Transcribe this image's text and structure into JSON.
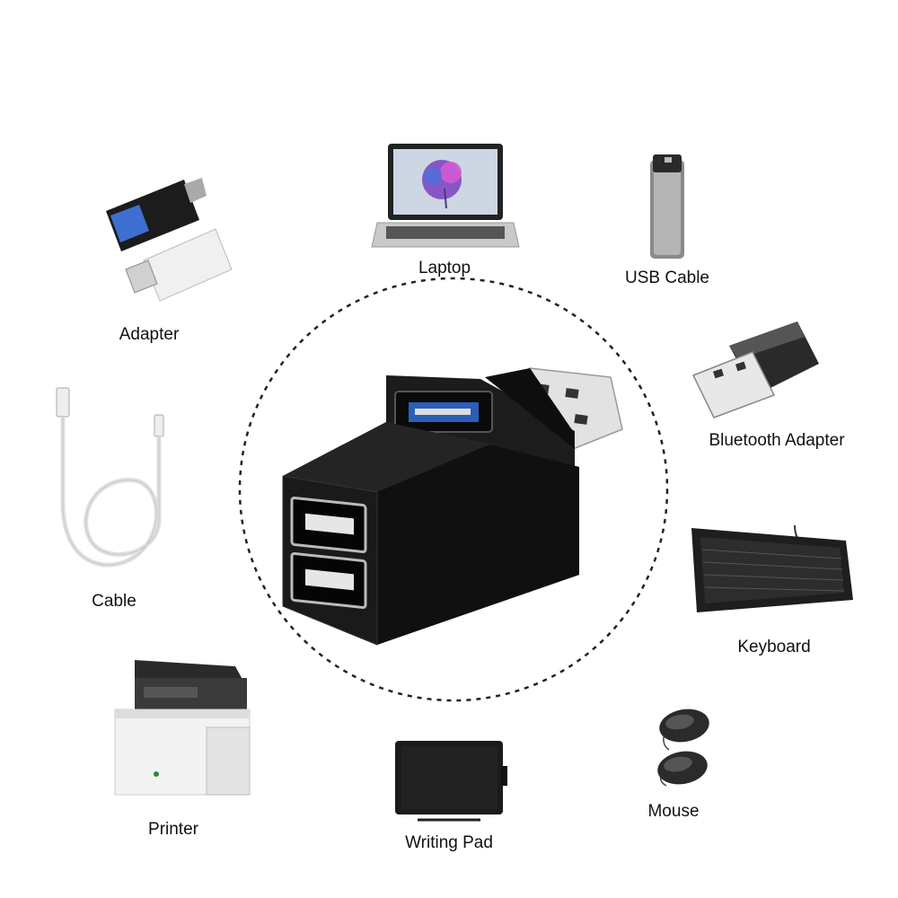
{
  "labels": {
    "laptop": "Laptop",
    "usb_cable": "USB Cable",
    "adapter": "Adapter",
    "bluetooth_adapter": "Bluetooth Adapter",
    "cable": "Cable",
    "keyboard": "Keyboard",
    "printer": "Printer",
    "writing_pad": "Writing Pad",
    "mouse": "Mouse"
  },
  "colors": {
    "hub_body": "#141414",
    "usb3_port": "#2b5fb8",
    "metal": "#d8d8d8"
  }
}
